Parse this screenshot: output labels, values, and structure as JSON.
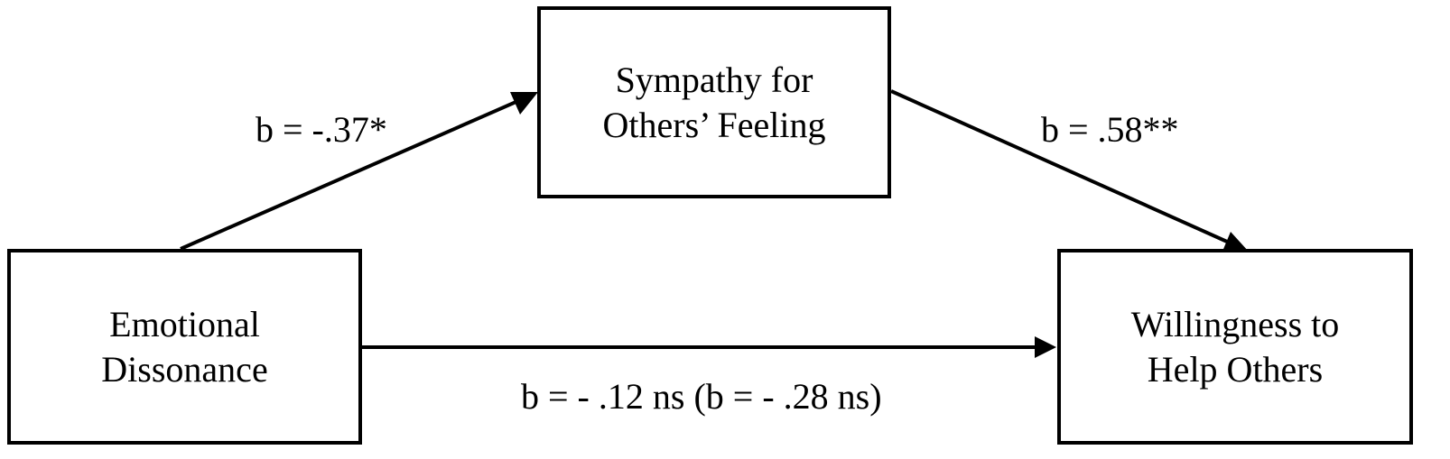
{
  "diagram": {
    "nodes": {
      "mediator": {
        "line1": "Sympathy for",
        "line2": "Others’ Feeling"
      },
      "predictor": {
        "line1": "Emotional",
        "line2": "Dissonance"
      },
      "outcome": {
        "line1": "Willingness to",
        "line2": "Help Others"
      }
    },
    "paths": {
      "a_label": "b = -.37*",
      "b_label": "b = .58**",
      "c_label": "b = - .12 ns (b = - .28 ns)"
    },
    "colors": {
      "stroke": "#000000",
      "background": "#ffffff"
    }
  }
}
